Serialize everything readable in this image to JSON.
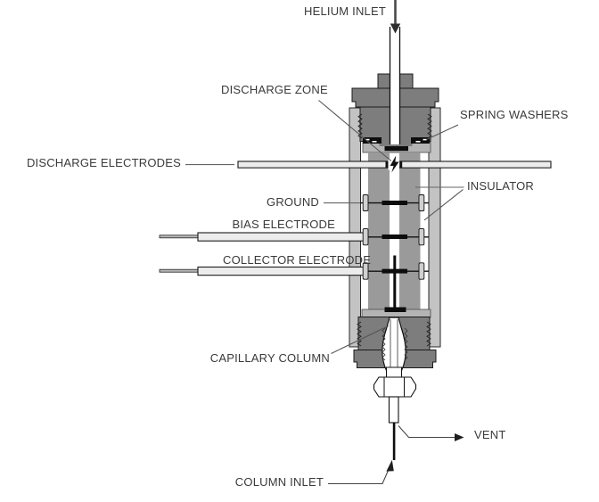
{
  "labels": {
    "helium_inlet": "HELIUM INLET",
    "discharge_zone": "DISCHARGE ZONE",
    "spring_washers": "SPRING WASHERS",
    "discharge_electrodes": "DISCHARGE ELECTRODES",
    "ground": "GROUND",
    "insulator": "INSULATOR",
    "bias_electrode": "BIAS ELECTRODE",
    "collector_electrode": "COLLECTOR ELECTRODE",
    "capillary_column": "CAPILLARY COLUMN",
    "vent": "VENT",
    "column_inlet": "COLUMN INLET"
  },
  "icons": {
    "down_arrow": "▼",
    "right_arrow": "►",
    "up_arrow": "▲"
  },
  "colors": {
    "fitting_gray": "#7d7d7d",
    "outer_tube_gray": "#c3c3c3",
    "insulator_gray": "#9a9a9a",
    "insulator_cap_gray": "#b4b4b4",
    "electrode_bar_gray": "#ececec",
    "pin_gray": "#d0d0d0",
    "wire_gray": "#b8b8b8",
    "outline_black": "#1a1a1a",
    "leader_gray": "#666666",
    "label_text": "#3a3a3a",
    "background": "#ffffff"
  }
}
